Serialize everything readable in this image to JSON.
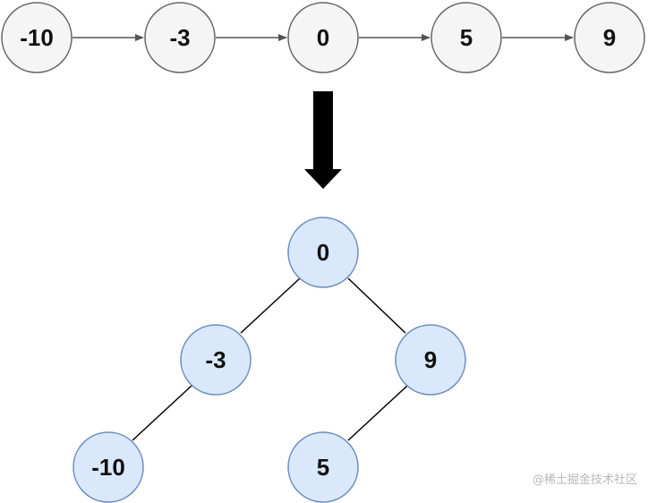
{
  "colors": {
    "list_node_fill": "#f5f5f5",
    "list_node_stroke": "#666666",
    "tree_node_fill": "#dae8fc",
    "tree_node_stroke": "#6c8ebf",
    "edge": "#000000",
    "list_arrow": "#555555",
    "big_arrow": "#000000",
    "watermark": "#b8b8b8"
  },
  "linked_list": {
    "nodes": [
      "-10",
      "-3",
      "0",
      "5",
      "9"
    ]
  },
  "transform_arrow": {
    "icon": "down-arrow-icon"
  },
  "tree": {
    "root": "0",
    "left": "-3",
    "right": "9",
    "left_left": "-10",
    "right_left": "5"
  },
  "watermark": "@稀土掘金技术社区"
}
